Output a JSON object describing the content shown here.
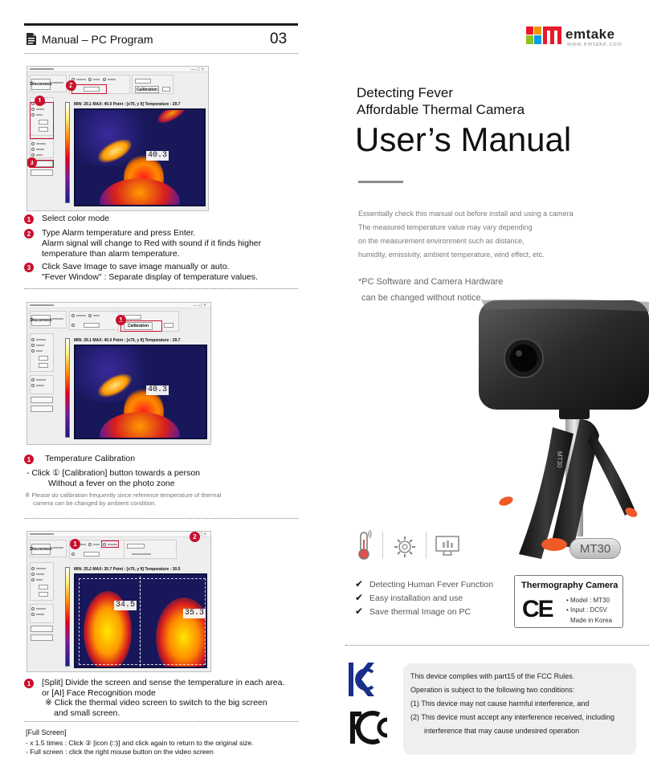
{
  "header": {
    "title": "Manual – PC Program",
    "page_number": "03"
  },
  "brand": {
    "logo_text": "emtake",
    "logo_url": "www.emtake.com"
  },
  "screenshots": {
    "disconnect": "Disconnect",
    "calibration": "Calibration",
    "stats": "MIN: 29.1     MAX: 40.0        Point : [x70, y 9]   Temperature : 29.7",
    "stats_split": "MIN: 25.2     MAX: 35.7        Point : [x70, y 9]   Temperature : 30.5",
    "temp_1": "40.3",
    "temp_2": "40.3",
    "temp_3a": "34.5",
    "temp_3b": "35.3"
  },
  "section1": {
    "items": [
      {
        "num": "1",
        "lines": [
          "Select color mode"
        ]
      },
      {
        "num": "2",
        "lines": [
          "Type Alarm temperature and press Enter.",
          "Alarm signal will change to Red with sound if it finds higher",
          "temperature than alarm temperature."
        ]
      },
      {
        "num": "3",
        "lines": [
          "Click Save Image to save image manually or auto.",
          "\"Fever Window\" : Separate display of temperature values."
        ]
      }
    ]
  },
  "section2": {
    "heading_num": "1",
    "heading": "Temperature Calibration",
    "bullet_line1": "-  Click ① [Calibration] button towards a person",
    "bullet_line2": "Without a fever on the photo zone",
    "note_line1": "※ Please do calibration frequently since reference temperature of thermal",
    "note_line2": "camera can be changed by ambient condition."
  },
  "section3": {
    "num": "1",
    "lines": [
      "[Split] Divide the screen and sense the temperature in each area.",
      "or [AI] Face Recognition mode",
      "※ Click the thermal video screen to switch to the big screen",
      "and small screen."
    ]
  },
  "fullscreen": {
    "title": "[Full Screen]",
    "line1": "- x 1.5 times : Click ② [icon (□)] and click again to return to the original size.",
    "line2": "- Full screen : click the right mouse button on the video screen"
  },
  "cover": {
    "subtitle_line1": "Detecting Fever",
    "subtitle_line2": "Affordable Thermal Camera",
    "title": "User’s Manual",
    "paragraph": [
      "Essentially check this manual out before install and using a camera",
      "The measured temperature value may vary depending",
      "on the measurement environment such as distance,",
      "humidity, emissivity, ambient temperature, wind effect, etc."
    ],
    "notice_line1": "*PC Software and Camera Hardware",
    "notice_line2": "can be changed without notice.",
    "camera_model_label": "MT30",
    "camera_body_text": "MT30"
  },
  "features": [
    "Detecting Human Fever Function",
    "Easy installation and use",
    "Save thermal Image on PC"
  ],
  "spec": {
    "title": "Thermography Camera",
    "model": "• Model : MT30",
    "input": "• Input :  DC5V",
    "made_in": "Made in Korea",
    "ce_mark": "CE"
  },
  "compliance": {
    "lines": [
      "This device complies with part15 of the FCC Rules.",
      "Operation is subject to the following two conditions:",
      "(1) This device may not cause harmful interference, and",
      "(2) This device must accept any interference received, including",
      "interference that may cause undesired operation"
    ]
  },
  "colors": {
    "accent_red": "#c8102e",
    "logo_red": "#e8192c",
    "logo_orange": "#f39200",
    "logo_green": "#8dc21f",
    "logo_blue": "#009fe3",
    "tripod_tip": "#f05a28"
  }
}
